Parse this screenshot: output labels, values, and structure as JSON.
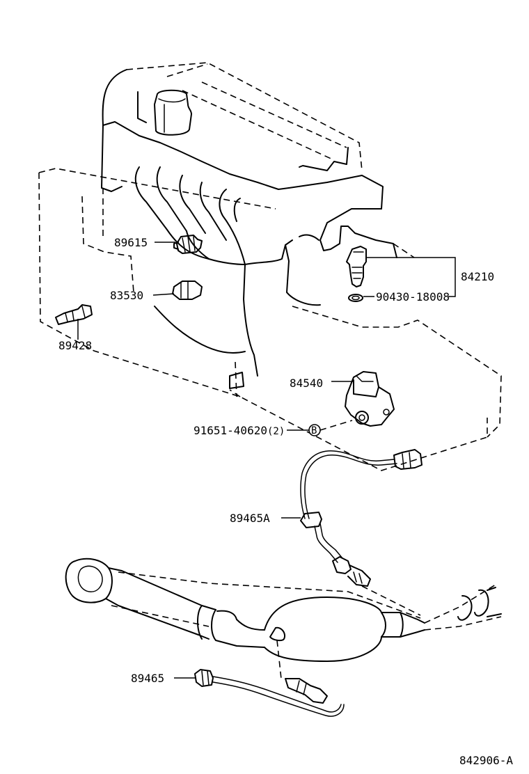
{
  "parts": {
    "p89615": "89615",
    "p83530": "83530",
    "p89428": "89428",
    "p84210": "84210",
    "p90430": "90430-18008",
    "p84540": "84540",
    "p91651": "91651-40620",
    "p91651_qty": "(2)",
    "p89465A": "89465A",
    "p89465": "89465"
  },
  "bolt_marker": "B",
  "figure_id": "842906-A"
}
